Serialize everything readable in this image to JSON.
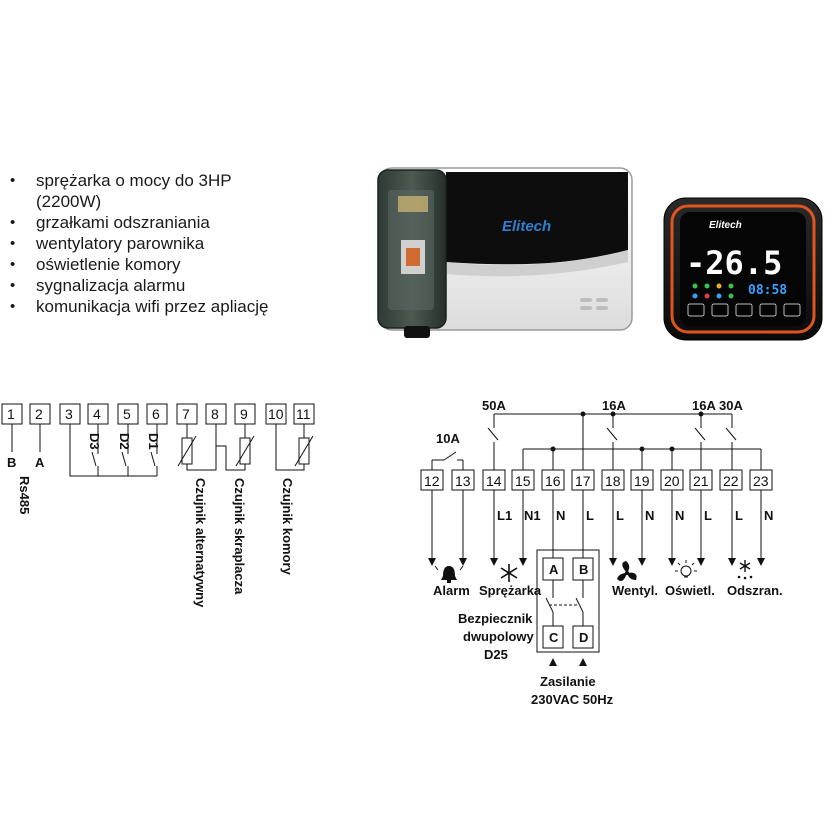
{
  "features": [
    "sprężarka o mocy do 3HP",
    "(2200W)",
    "grzałkami odszraniania",
    "wentylatory parownika",
    "oświetlenie komory",
    "sygnalizacja alarmu",
    "komunikacja wifi przez apliację"
  ],
  "product": {
    "brand": "Elitech",
    "display_temp": "-26.5",
    "display_time": "08:58"
  },
  "left_terminals": [
    "1",
    "2",
    "3",
    "4",
    "5",
    "6",
    "7",
    "8",
    "9",
    "10",
    "11"
  ],
  "left_labels": {
    "b": "B",
    "a": "A",
    "rs485": "Rs485",
    "d3": "D3",
    "d2": "D2",
    "d1": "D1",
    "sensor_alt": "Czujnik alternatywny",
    "sensor_cond": "Czujnik skraplacza",
    "sensor_room": "Czujnik komory"
  },
  "right_terminals": [
    "12",
    "13",
    "14",
    "15",
    "16",
    "17",
    "18",
    "19",
    "20",
    "21",
    "22",
    "23"
  ],
  "right_labels": {
    "a10": "10A",
    "a50": "50A",
    "a16_1": "16A",
    "a16_2": "16A",
    "a30": "30A",
    "l1": "L1",
    "n1": "N1",
    "n16": "N",
    "l17": "L",
    "l18": "L",
    "n19": "N",
    "n20": "N",
    "l21": "L",
    "l22": "L",
    "n23": "N",
    "alarm": "Alarm",
    "compressor": "Sprężarka",
    "fan": "Wentyl.",
    "light": "Oświetl.",
    "defrost": "Odszran.",
    "breaker_a": "A",
    "breaker_b": "B",
    "breaker_c": "C",
    "breaker_d": "D",
    "breaker_1": "Bezpiecznik",
    "breaker_2": "dwupolowy",
    "breaker_3": "D25",
    "supply_1": "Zasilanie",
    "supply_2": "230VAC 50Hz"
  }
}
